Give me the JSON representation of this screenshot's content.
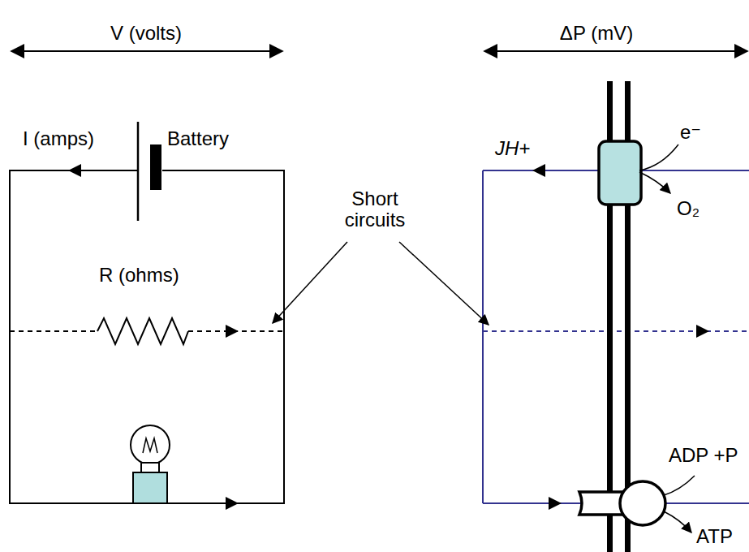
{
  "diagram": {
    "labels": [
      "V (volts)",
      "ΔP (mV)",
      "I (amps)",
      "Battery",
      "Short circuits",
      "R (ohms)",
      "JH+",
      "e⁻",
      "O₂",
      "ADP +P",
      "ATP"
    ]
  }
}
